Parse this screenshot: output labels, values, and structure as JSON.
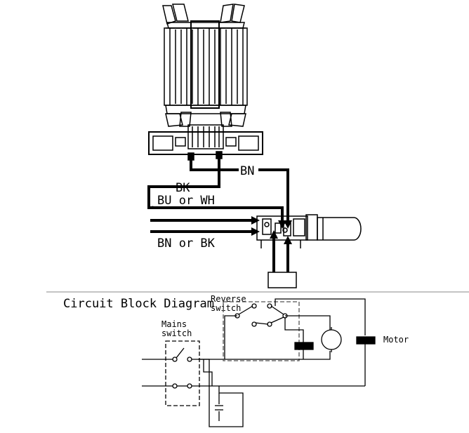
{
  "wiring": {
    "labels": {
      "bn_top": "BN",
      "bk": "BK",
      "bu_or_wh": "BU or WH",
      "bn_or_bk": "BN or BK",
      "tilde_upper": "~",
      "tilde_lower": "~"
    }
  },
  "circuit_block": {
    "title": "Circuit Block Diagram",
    "reverse_switch_line1": "Reverse",
    "reverse_switch_line2": "switch",
    "mains_switch_line1": "Mains",
    "mains_switch_line2": "switch",
    "motor": "Motor"
  }
}
